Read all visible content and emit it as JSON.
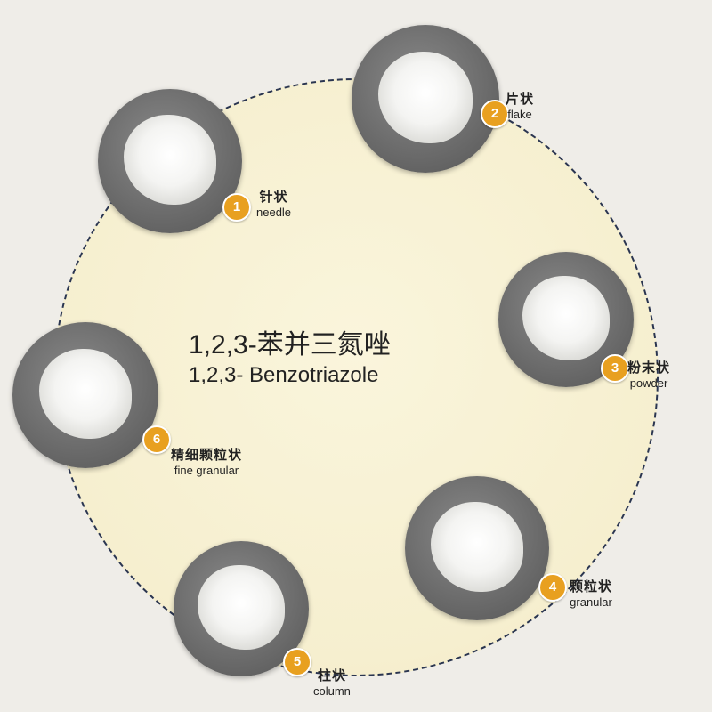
{
  "title": {
    "chinese": "1,2,3-苯并三氮唑",
    "english": "1,2,3- Benzotriazole"
  },
  "forms": [
    {
      "number": "1",
      "chinese": "针状",
      "english": "needle"
    },
    {
      "number": "2",
      "chinese": "片状",
      "english": "flake"
    },
    {
      "number": "3",
      "chinese": "粉末状",
      "english": "powder"
    },
    {
      "number": "4",
      "chinese": "颗粒状",
      "english": "granular"
    },
    {
      "number": "5",
      "chinese": "柱状",
      "english": "column"
    },
    {
      "number": "6",
      "chinese": "精细颗粒状",
      "english": "fine granular"
    }
  ],
  "colors": {
    "badge": "#e8a020",
    "circle": "#f6efcf",
    "dash": "#2a3550"
  }
}
